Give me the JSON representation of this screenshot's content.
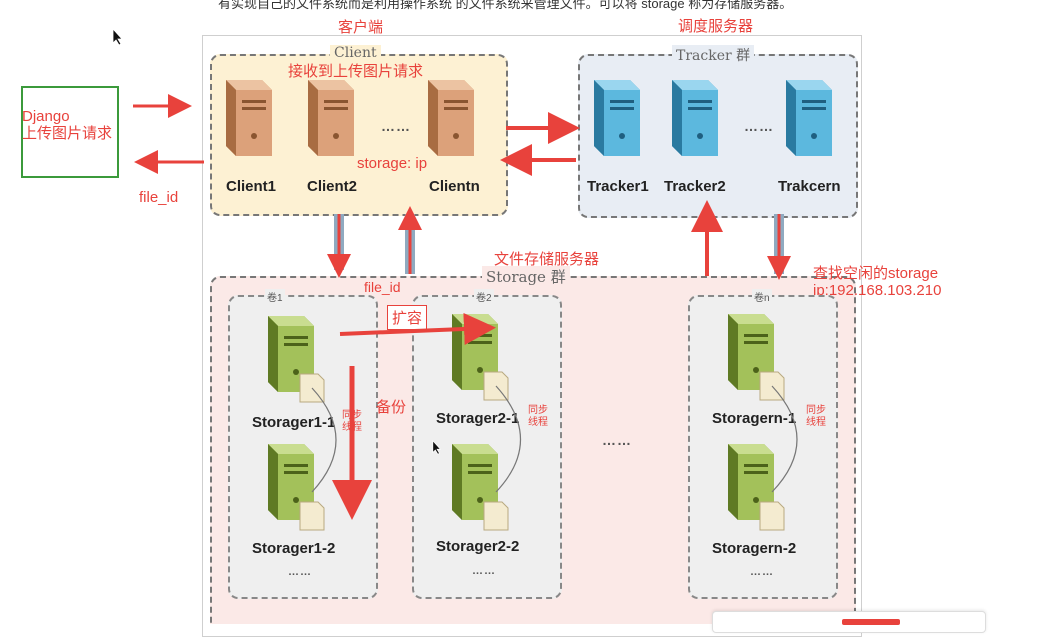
{
  "top_text": "有实现自己的文件系统而是利用操作系统 的文件系统来管理文件。可以将 storage 称为存储服务器。",
  "django": {
    "line1": "Django",
    "line2": "上传图片请求"
  },
  "file_id_left": "file_id",
  "client": {
    "title_cn": "客户端",
    "group_label": "Client",
    "note": "接收到上传图片请求",
    "nodes": [
      "Client1",
      "Client2",
      "Clientn"
    ],
    "dots": "……",
    "storage_ip_note": "storage: ip"
  },
  "tracker": {
    "title_cn": "调度服务器",
    "group_label": "Tracker 群",
    "nodes": [
      "Tracker1",
      "Tracker2",
      "Trakcern"
    ],
    "dots": "……"
  },
  "storage": {
    "title_cn": "文件存储服务器",
    "group_label": "Storage 群",
    "file_id": "file_id",
    "expand": "扩容",
    "backup": "备份",
    "find_free_line1": "查找空闲的storage",
    "find_free_line2": "ip:192.168.103.210",
    "mid_dots": "……",
    "sync_label": "同步线程",
    "volumes": [
      {
        "label": "卷1",
        "nodes": [
          "Storager1-1",
          "Storager1-2"
        ],
        "dots": "……"
      },
      {
        "label": "卷2",
        "nodes": [
          "Storager2-1",
          "Storager2-2"
        ],
        "dots": "……"
      },
      {
        "label": "卷n",
        "nodes": [
          "Storagern-1",
          "Storagern-2"
        ],
        "dots": "……"
      }
    ]
  },
  "colors": {
    "accent_red": "#e8423c",
    "client_bg": "#fdf1d3",
    "tracker_bg": "#e8edf4",
    "storage_bg": "#fbe9e7",
    "django_border": "#3b9a3b"
  }
}
